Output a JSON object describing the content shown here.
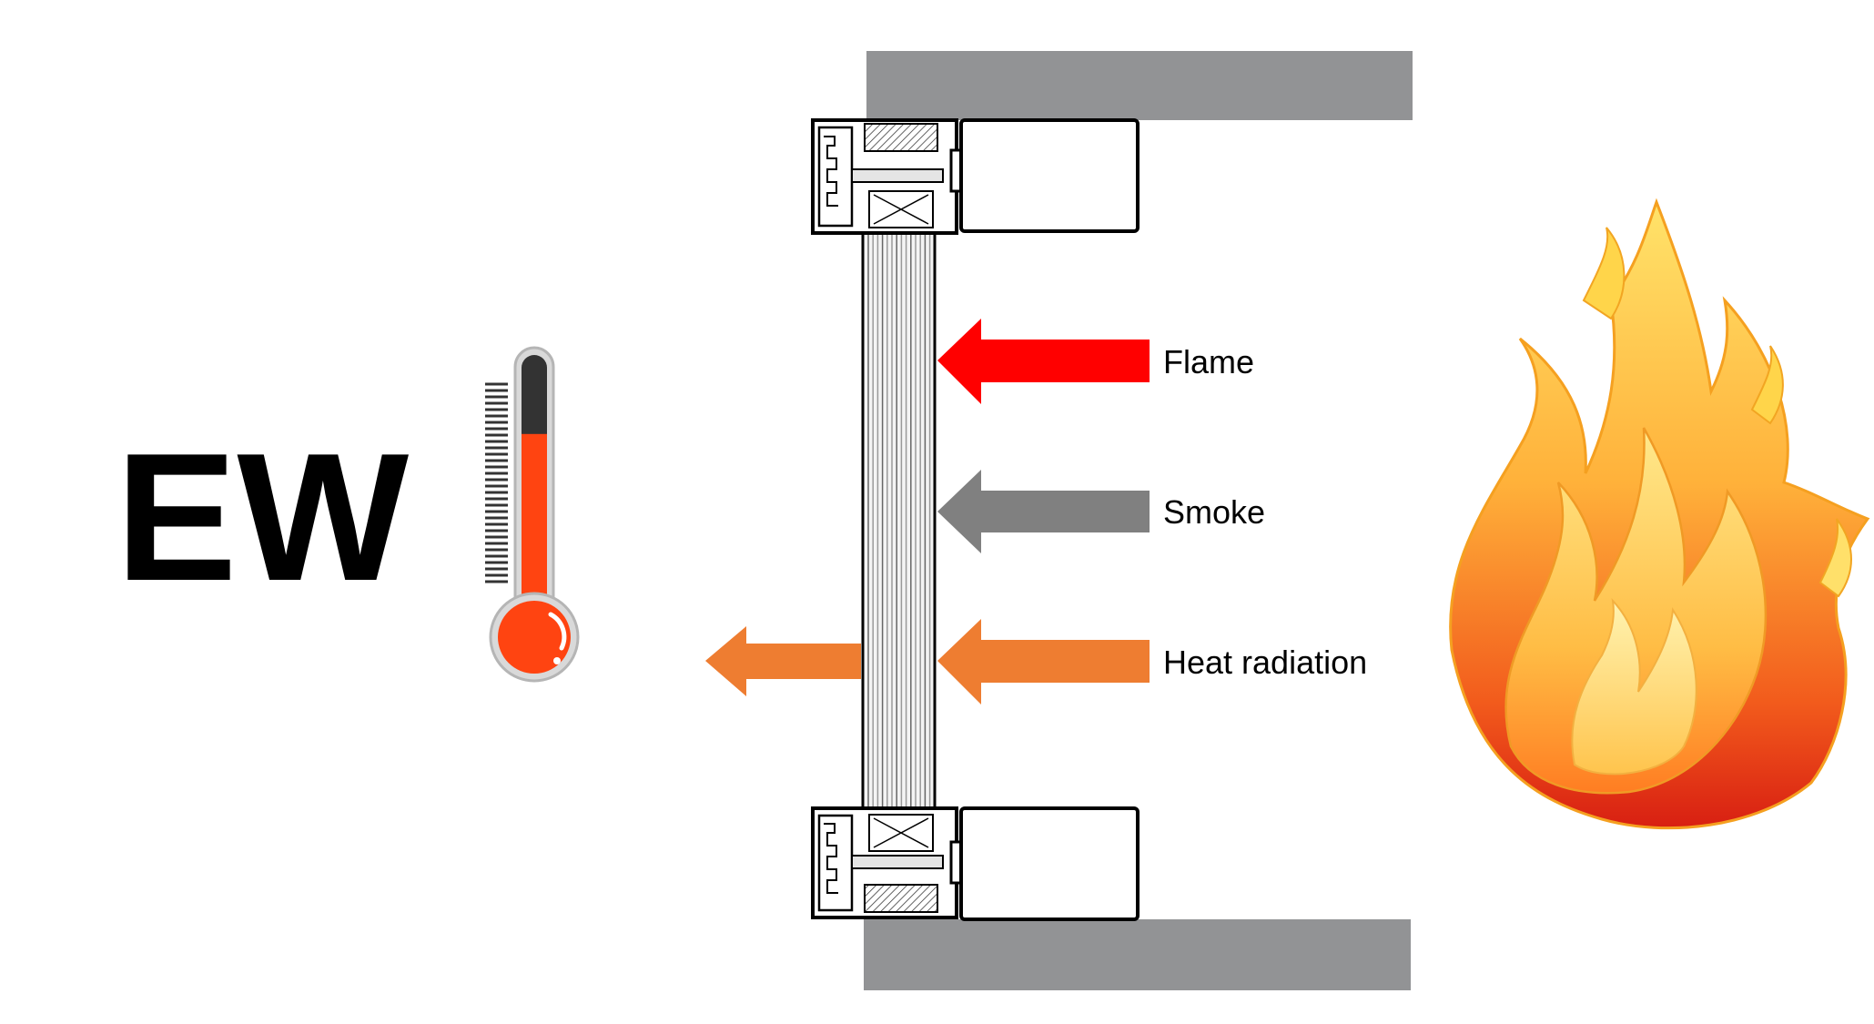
{
  "rating": "EW",
  "labels": {
    "flame": "Flame",
    "smoke": "Smoke",
    "heat": "Heat radiation"
  },
  "colors": {
    "flame_arrow": "#ff0000",
    "smoke_arrow": "#808080",
    "heat_arrow": "#ee7d31",
    "wall": "#929395",
    "thermometer_fluid": "#ff4411",
    "thermometer_empty": "#333333"
  },
  "thermometer": {
    "fill_fraction": 0.72
  },
  "icons": [
    "thermometer-icon",
    "fire-icon"
  ]
}
